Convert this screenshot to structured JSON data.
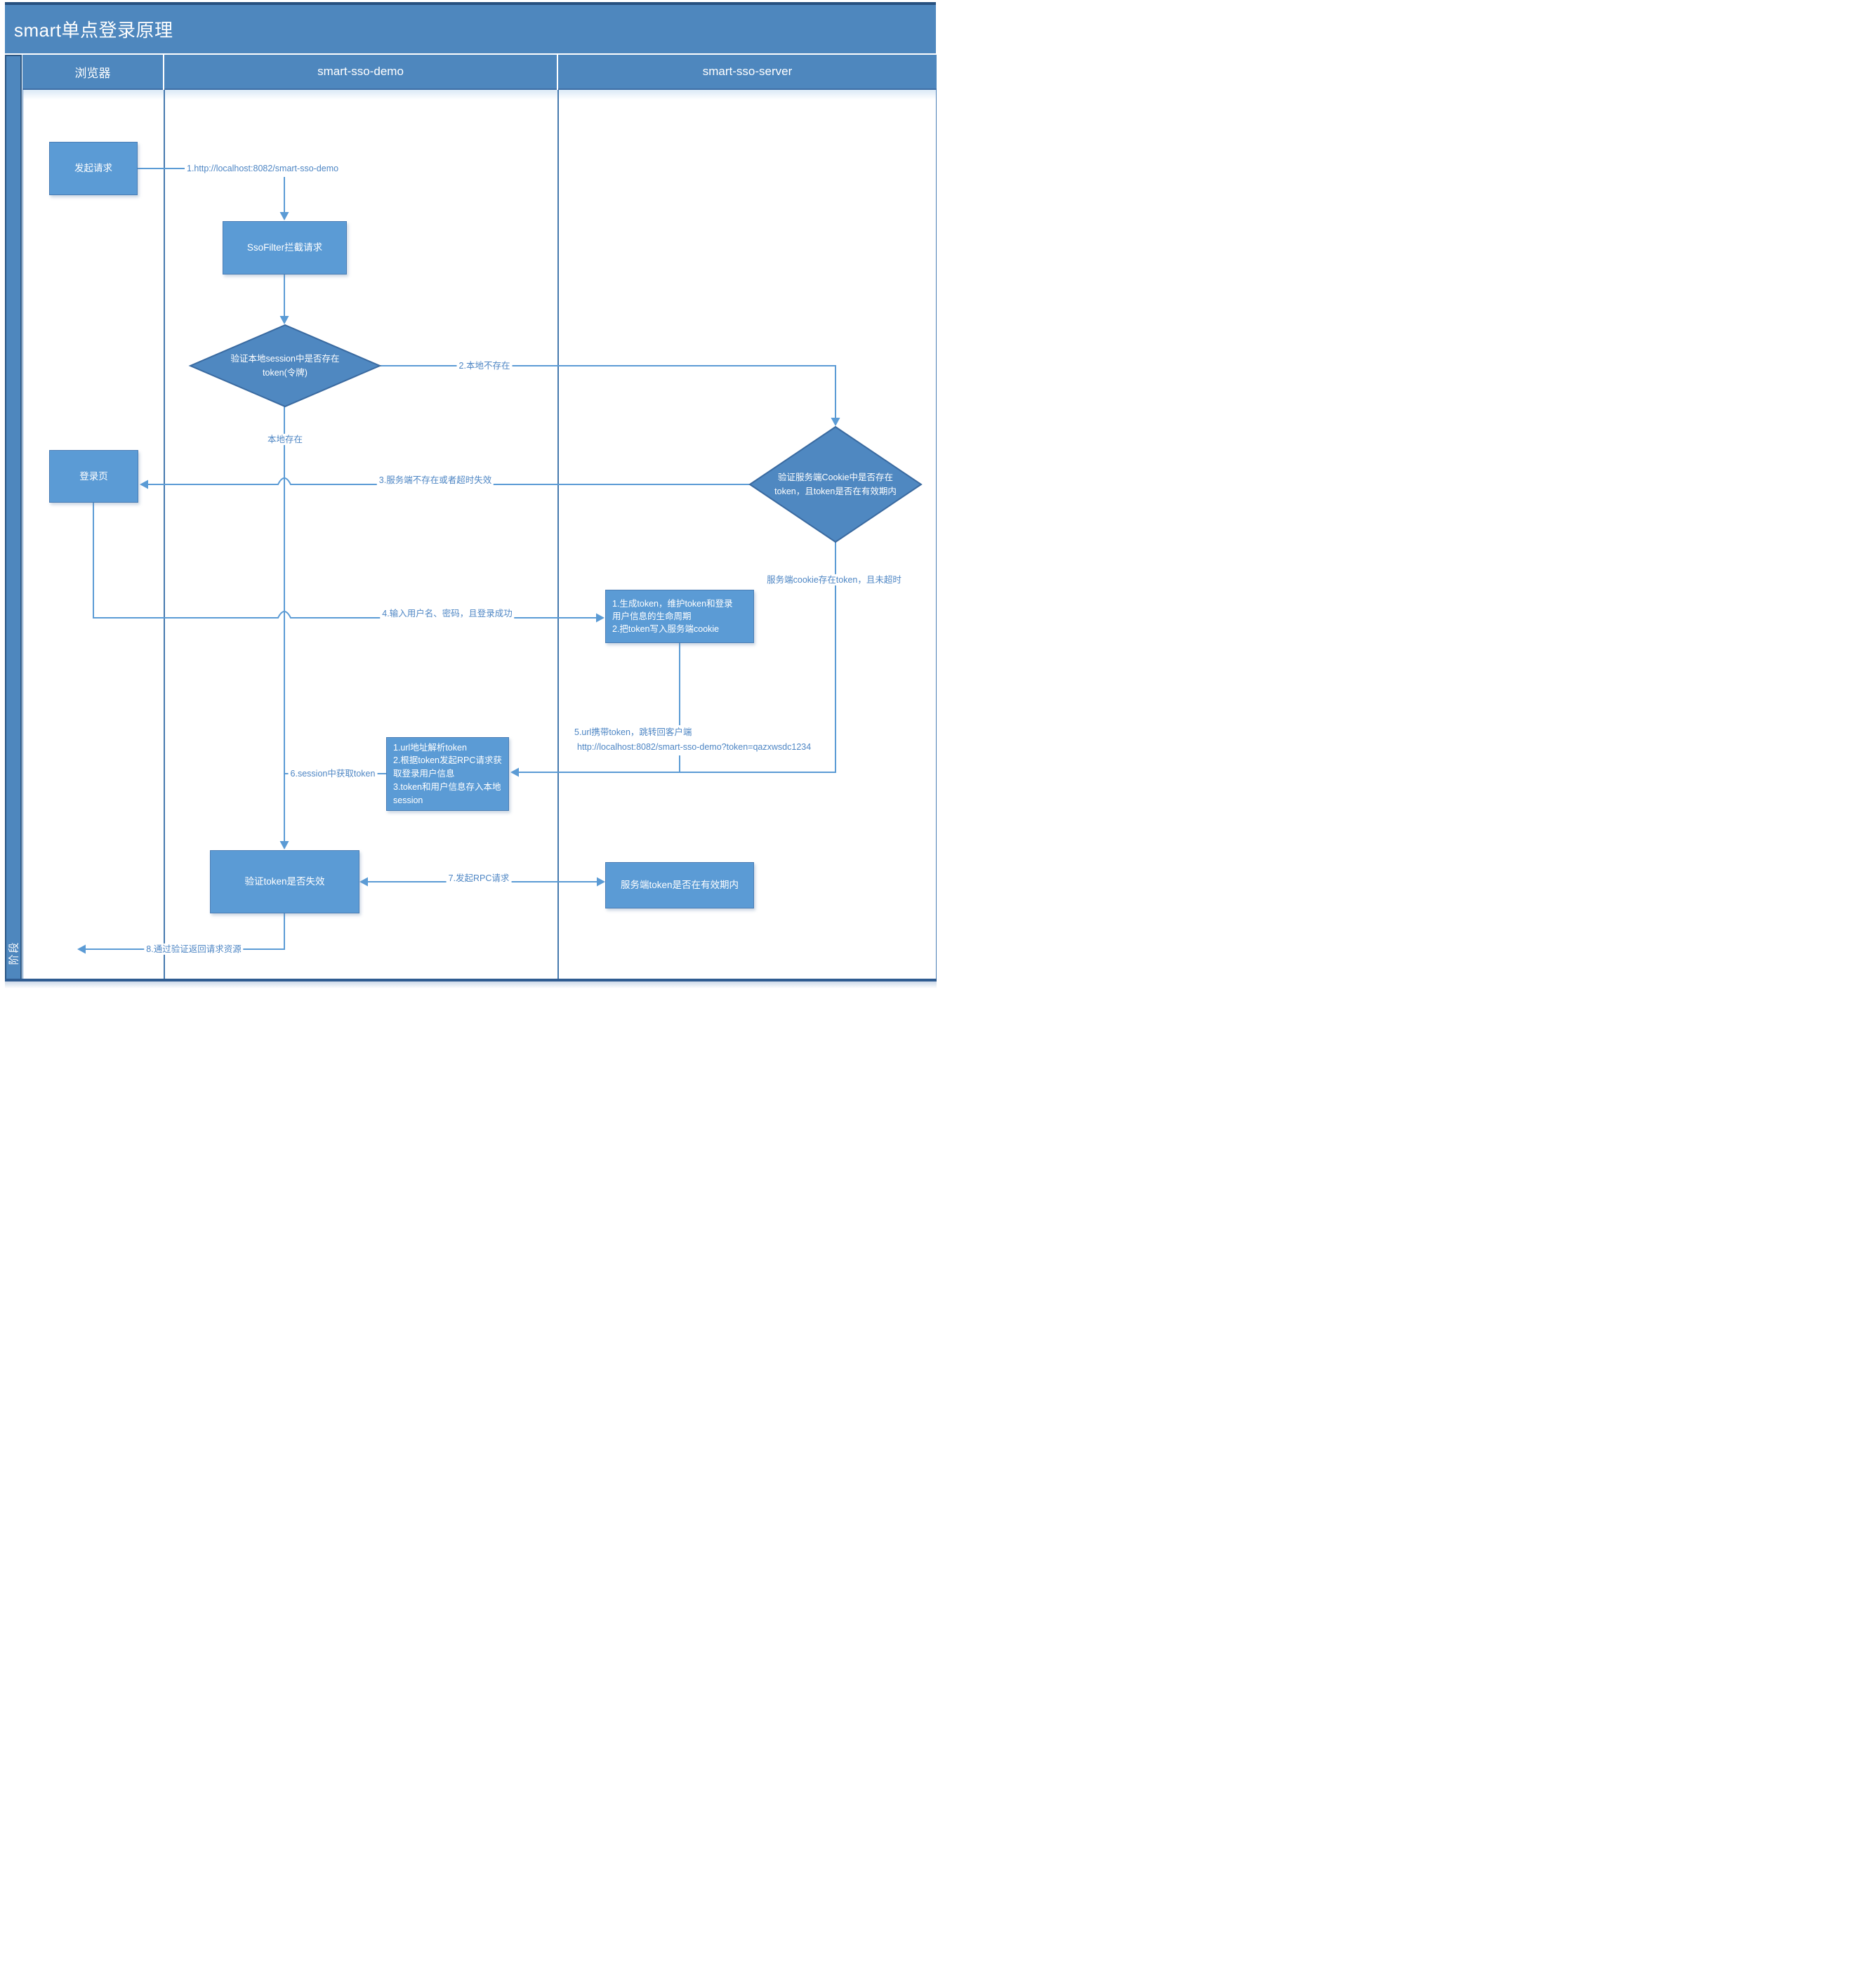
{
  "title": "smart单点登录原理",
  "phase_label": "阶段",
  "lanes": [
    {
      "label": "浏览器"
    },
    {
      "label": "smart-sso-demo"
    },
    {
      "label": "smart-sso-server"
    }
  ],
  "nodes": {
    "request": "发起请求",
    "sso_filter": "SsoFilter拦截请求",
    "local_session_check": [
      "验证本地session中是否存在",
      "token(令牌)"
    ],
    "login_page": "登录页",
    "server_cookie_check": [
      "验证服务端Cookie中是否存在",
      "token，且token是否在有效期内"
    ],
    "generate_token": [
      "1.生成token，维护token和登录",
      "用户信息的生命周期",
      "2.把token写入服务端cookie"
    ],
    "parse_token": [
      "1.url地址解析token",
      "2.根据token发起RPC请求获取登录用户信息",
      "3.token和用户信息存入本地session"
    ],
    "validate_token": "验证token是否失效",
    "server_token_valid": "服务端token是否在有效期内"
  },
  "edges": {
    "e1": "1.http://localhost:8082/smart-sso-demo",
    "e2": "2.本地不存在",
    "local_exists": "本地存在",
    "e3": "3.服务端不存在或者超时失效",
    "cookie_valid": "服务端cookie存在token，且未超时",
    "e5_line1": "5.url携带token，跳转回客户端",
    "e5_line2": "http://localhost:8082/smart-sso-demo?token=qazxwsdc1234",
    "e4": "4.输入用户名、密码，且登录成功",
    "e6": "6.session中获取token",
    "e7": "7.发起RPC请求",
    "e8": "8.通过验证返回请求资源"
  },
  "colors": {
    "accent_blue": "#4e87be",
    "shape_fill": "#5b9bd5",
    "shape_border": "#4a7db5",
    "diamond_fill": "#4f88c1",
    "diamond_border": "#3a6aa0",
    "connector": "#5b9bd5",
    "label_text": "#4e86c4",
    "frame_dark": "#2f5c91"
  }
}
